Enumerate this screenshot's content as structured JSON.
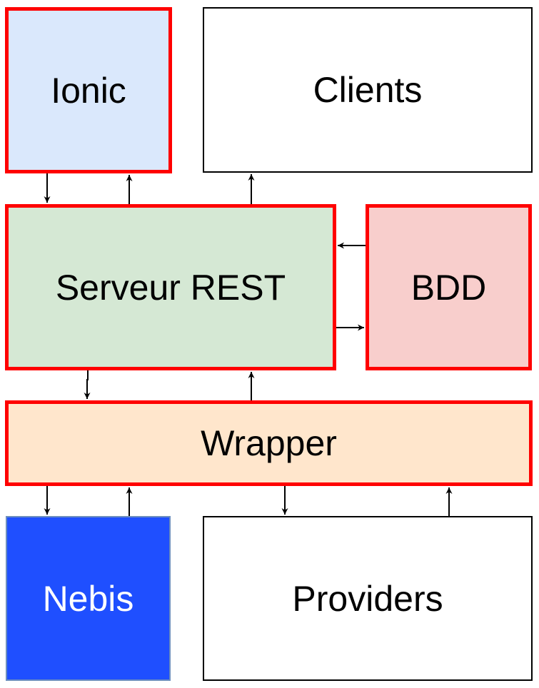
{
  "nodes": {
    "ionic": {
      "label": "Ionic",
      "fill": "#dae8fc",
      "border": "#ff0000"
    },
    "clients": {
      "label": "Clients",
      "fill": "#ffffff",
      "border": "#000000"
    },
    "serveur": {
      "label": "Serveur REST",
      "fill": "#d5e8d4",
      "border": "#ff0000"
    },
    "bdd": {
      "label": "BDD",
      "fill": "#f8cecc",
      "border": "#ff0000"
    },
    "wrapper": {
      "label": "Wrapper",
      "fill": "#ffe6cc",
      "border": "#ff0000"
    },
    "nebis": {
      "label": "Nebis",
      "fill": "#1f4fff",
      "border": "#6c8ebf",
      "text_color": "#ffffff"
    },
    "providers": {
      "label": "Providers",
      "fill": "#ffffff",
      "border": "#000000"
    }
  },
  "edges": [
    {
      "from": "ionic",
      "to": "serveur"
    },
    {
      "from": "serveur",
      "to": "ionic"
    },
    {
      "from": "serveur",
      "to": "clients"
    },
    {
      "from": "bdd",
      "to": "serveur"
    },
    {
      "from": "serveur",
      "to": "bdd"
    },
    {
      "from": "serveur",
      "to": "wrapper"
    },
    {
      "from": "wrapper",
      "to": "serveur"
    },
    {
      "from": "wrapper",
      "to": "nebis"
    },
    {
      "from": "nebis",
      "to": "wrapper"
    },
    {
      "from": "wrapper",
      "to": "providers"
    },
    {
      "from": "providers",
      "to": "wrapper"
    }
  ]
}
